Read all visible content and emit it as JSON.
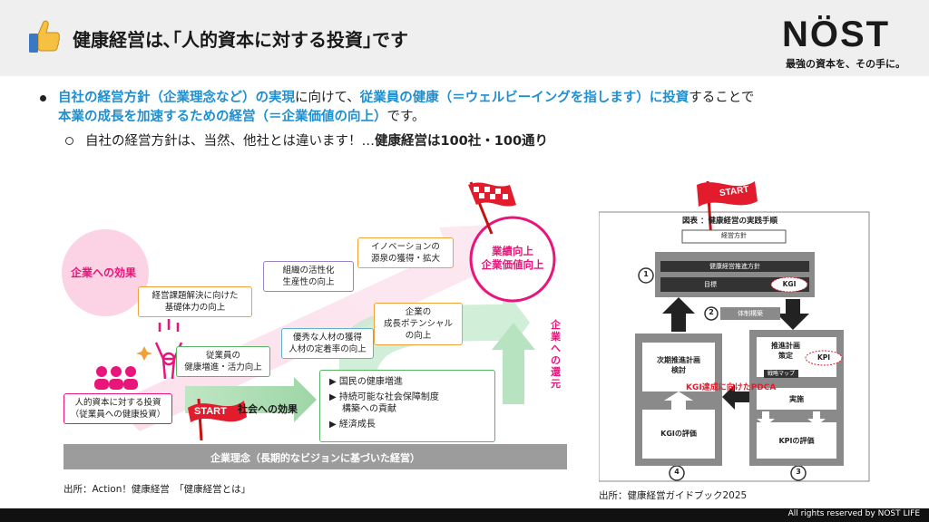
{
  "header": {
    "title": "健康経営は､｢人的資本に対する投資｣です",
    "logo": "NÖST",
    "logo_tagline": "最強の資本を、その手に。"
  },
  "bullets": {
    "b1_p1": "自社の経営方針（企業理念など）の実現",
    "b1_p2": "に向けて、",
    "b1_p3": "従業員の健康（＝ウェルビーイングを指します）に投資",
    "b1_p4": "することで",
    "b1_p5": "本業の成長を加速するための経営（＝企業価値の向上）",
    "b1_p6": "です。",
    "b2_p1": "自社の経営方針は、当然、他社とは違います！…",
    "b2_p2": "健康経営は100社・100通り"
  },
  "left_diagram": {
    "effect_company": "企業への効果",
    "box_foundation": [
      "経営課題解決に向けた",
      "基礎体力の向上"
    ],
    "box_org": [
      "組織の活性化",
      "生産性の向上"
    ],
    "box_innovation": [
      "イノベーションの",
      "源泉の獲得・拡大"
    ],
    "box_employee": [
      "従業員の",
      "健康増進・活力向上"
    ],
    "box_talent": [
      "優秀な人材の獲得",
      "人材の定着率の向上"
    ],
    "box_potential": [
      "企業の",
      "成長ポテンシャル",
      "の向上"
    ],
    "goal": [
      "業績向上",
      "企業価値向上"
    ],
    "return_label": "企業への還元",
    "investment": [
      "人的資本に対する投資",
      "（従業員への健康投資）"
    ],
    "start": "START",
    "social_effect": "社会への効果",
    "social_items": [
      "国民の健康増進",
      "持続可能な社会保障制度",
      "構築への貢献",
      "経済成長"
    ],
    "philosophy": "企業理念（長期的なビジョンに基づいた経営）"
  },
  "left_source": "出所：Action！健康経営　「健康経営とは」",
  "right_diagram": {
    "start": "START",
    "figure_title": "図表 ：健康経営の実践手順",
    "policy": "経営方針",
    "promotion_policy": "健康経営推進方針",
    "goal": "目標",
    "kgi": "KGI",
    "step1": "1",
    "step2": "2",
    "step3": "3",
    "step4": "4",
    "structure": "体制構築",
    "next_plan": [
      "次期推進計画",
      "検討"
    ],
    "plan": [
      "推進計画",
      "策定"
    ],
    "kpi": "KPI",
    "strategy_map": "戦略マップ",
    "pdca": "KGI達成に向けたPDCA",
    "execute": "実施",
    "kgi_eval": "KGIの評価",
    "kpi_eval": "KPIの評価"
  },
  "right_source": "出所：健康経営ガイドブック2025",
  "footer": {
    "copyright": "All rights reserved by NOST LIFE"
  },
  "colors": {
    "accent_blue": "#1e8fd0",
    "pink": "#e8157a",
    "green": "#58b464",
    "orange": "#f0a13a",
    "purple": "#9a84c4",
    "teal": "#5fb3c9"
  }
}
